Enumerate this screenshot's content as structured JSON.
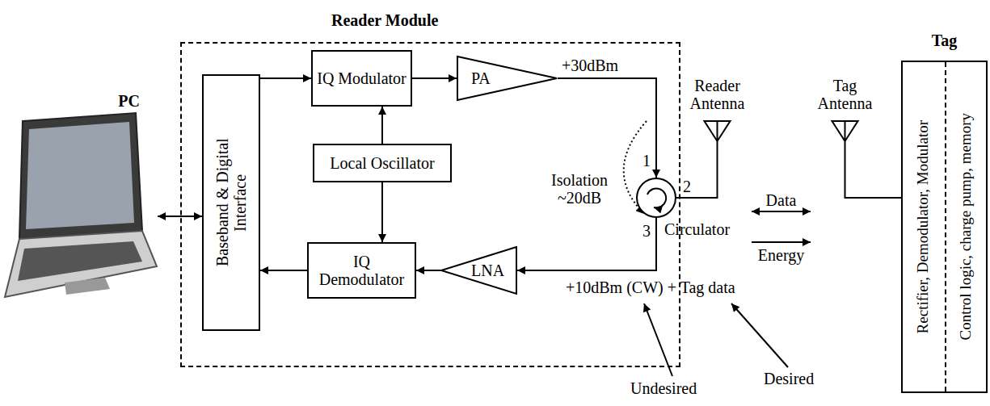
{
  "diagram": {
    "nodes": [
      {
        "text": [
          "PC"
        ]
      },
      {
        "text": [
          "Reader Module"
        ]
      },
      {
        "text": [
          "Baseband & Digital Interface"
        ],
        "in": 1
      },
      {
        "text": [
          "IQ Modulator"
        ],
        "in": 1
      },
      {
        "text": [
          "PA"
        ],
        "in": 1
      },
      {
        "text": [
          "Local Oscillator"
        ],
        "in": 1
      },
      {
        "text": [
          "IQ Demodulator"
        ],
        "in": 1
      },
      {
        "text": [
          "LNA"
        ],
        "in": 1
      },
      {
        "text": [
          "Circulator"
        ],
        "in": 1
      },
      {
        "text": [
          "Reader Antenna"
        ]
      },
      {
        "text": [
          "Tag Antenna"
        ]
      },
      {
        "text": [
          "Tag",
          "Rectifier, Demodulator, Modulator",
          "Control logic, charge pump, memory"
        ]
      }
    ],
    "edges": [
      {
        "from": 0,
        "to": 2,
        "arrow": "both"
      },
      {
        "from": 2,
        "to": 3,
        "arrow": "to"
      },
      {
        "from": 3,
        "to": 4,
        "arrow": "to"
      },
      {
        "from": 4,
        "to": 8,
        "arrow": "to"
      },
      {
        "from": 5,
        "to": 3,
        "arrow": "to"
      },
      {
        "from": 5,
        "to": 6,
        "arrow": "to"
      },
      {
        "from": 8,
        "to": 7,
        "arrow": "to"
      },
      {
        "from": 7,
        "to": 6,
        "arrow": "to"
      },
      {
        "from": 6,
        "to": 2,
        "arrow": "to"
      },
      {
        "from": 8,
        "to": 9,
        "arrow": "none"
      },
      {
        "from": 9,
        "to": 10,
        "label": "Data",
        "arrow": "both"
      },
      {
        "from": 9,
        "to": 10,
        "label": "Energy",
        "arrow": "to"
      },
      {
        "from": 10,
        "to": 11,
        "arrow": "none"
      }
    ],
    "labels": [
      "+30dBm",
      "1",
      "2",
      "3",
      "Isolation ~20dB",
      "+10dBm (CW) + Tag data",
      "Undesired",
      "Desired"
    ]
  }
}
